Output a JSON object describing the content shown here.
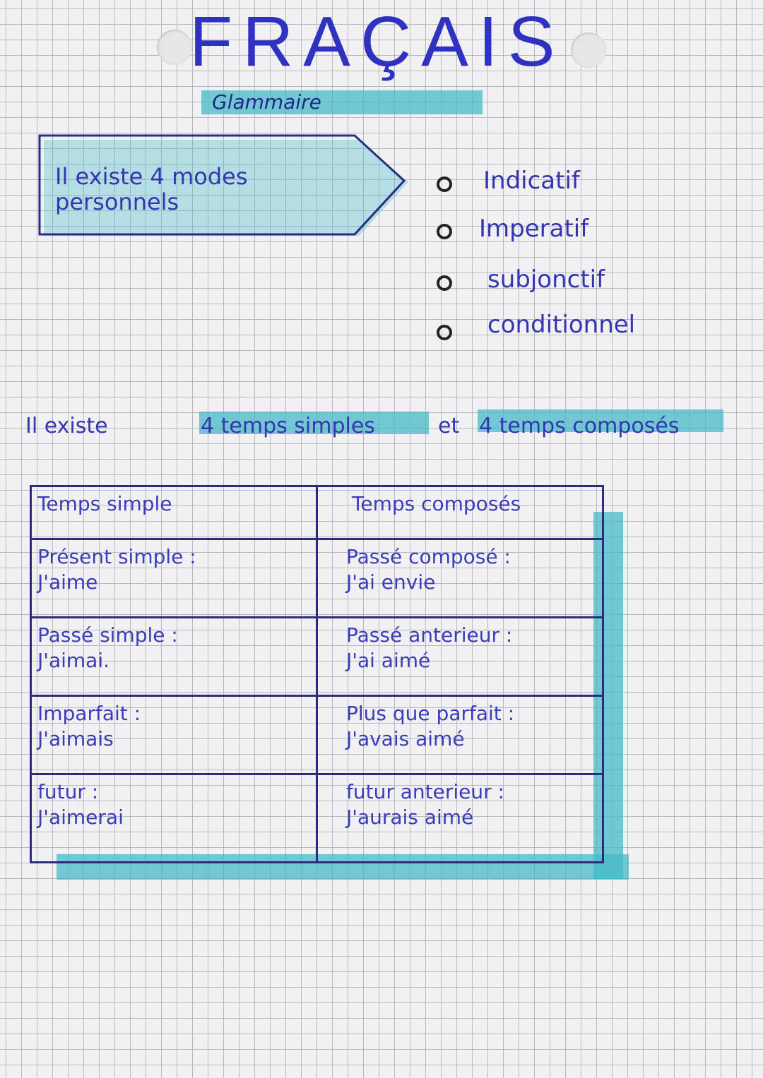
{
  "header": {
    "title": "FRAÇAIS",
    "subtitle": "Glammaire"
  },
  "box": {
    "text_line1": "Il existe  4 modes",
    "text_line2": "personnels"
  },
  "modes": [
    "Indicatif",
    "Imperatif",
    "subjonctif",
    "conditionnel"
  ],
  "sentence": {
    "part1": "Il  existe",
    "part2": "4 temps simples",
    "part3": "et",
    "part4": "4 temps composés"
  },
  "table": {
    "headers": [
      "Temps simple",
      "Temps composés"
    ],
    "rows": [
      [
        {
          "label": "Présent simple :",
          "example": "J'aime"
        },
        {
          "label": "Passé composé :",
          "example": "J'ai envie"
        }
      ],
      [
        {
          "label": "Passé simple :",
          "example": "J'aimai."
        },
        {
          "label": "Passé anterieur :",
          "example": "J'ai aimé"
        }
      ],
      [
        {
          "label": "Imparfait :",
          "example": "J'aimais"
        },
        {
          "label": "Plus que parfait :",
          "example": "J'avais aimé"
        }
      ],
      [
        {
          "label": "futur :",
          "example": "J'aimerai"
        },
        {
          "label": "futur anterieur :",
          "example": "J'aurais aimé"
        }
      ]
    ]
  },
  "colors": {
    "ink": "#2d2ea0",
    "highlighter": "#46b9c8"
  }
}
